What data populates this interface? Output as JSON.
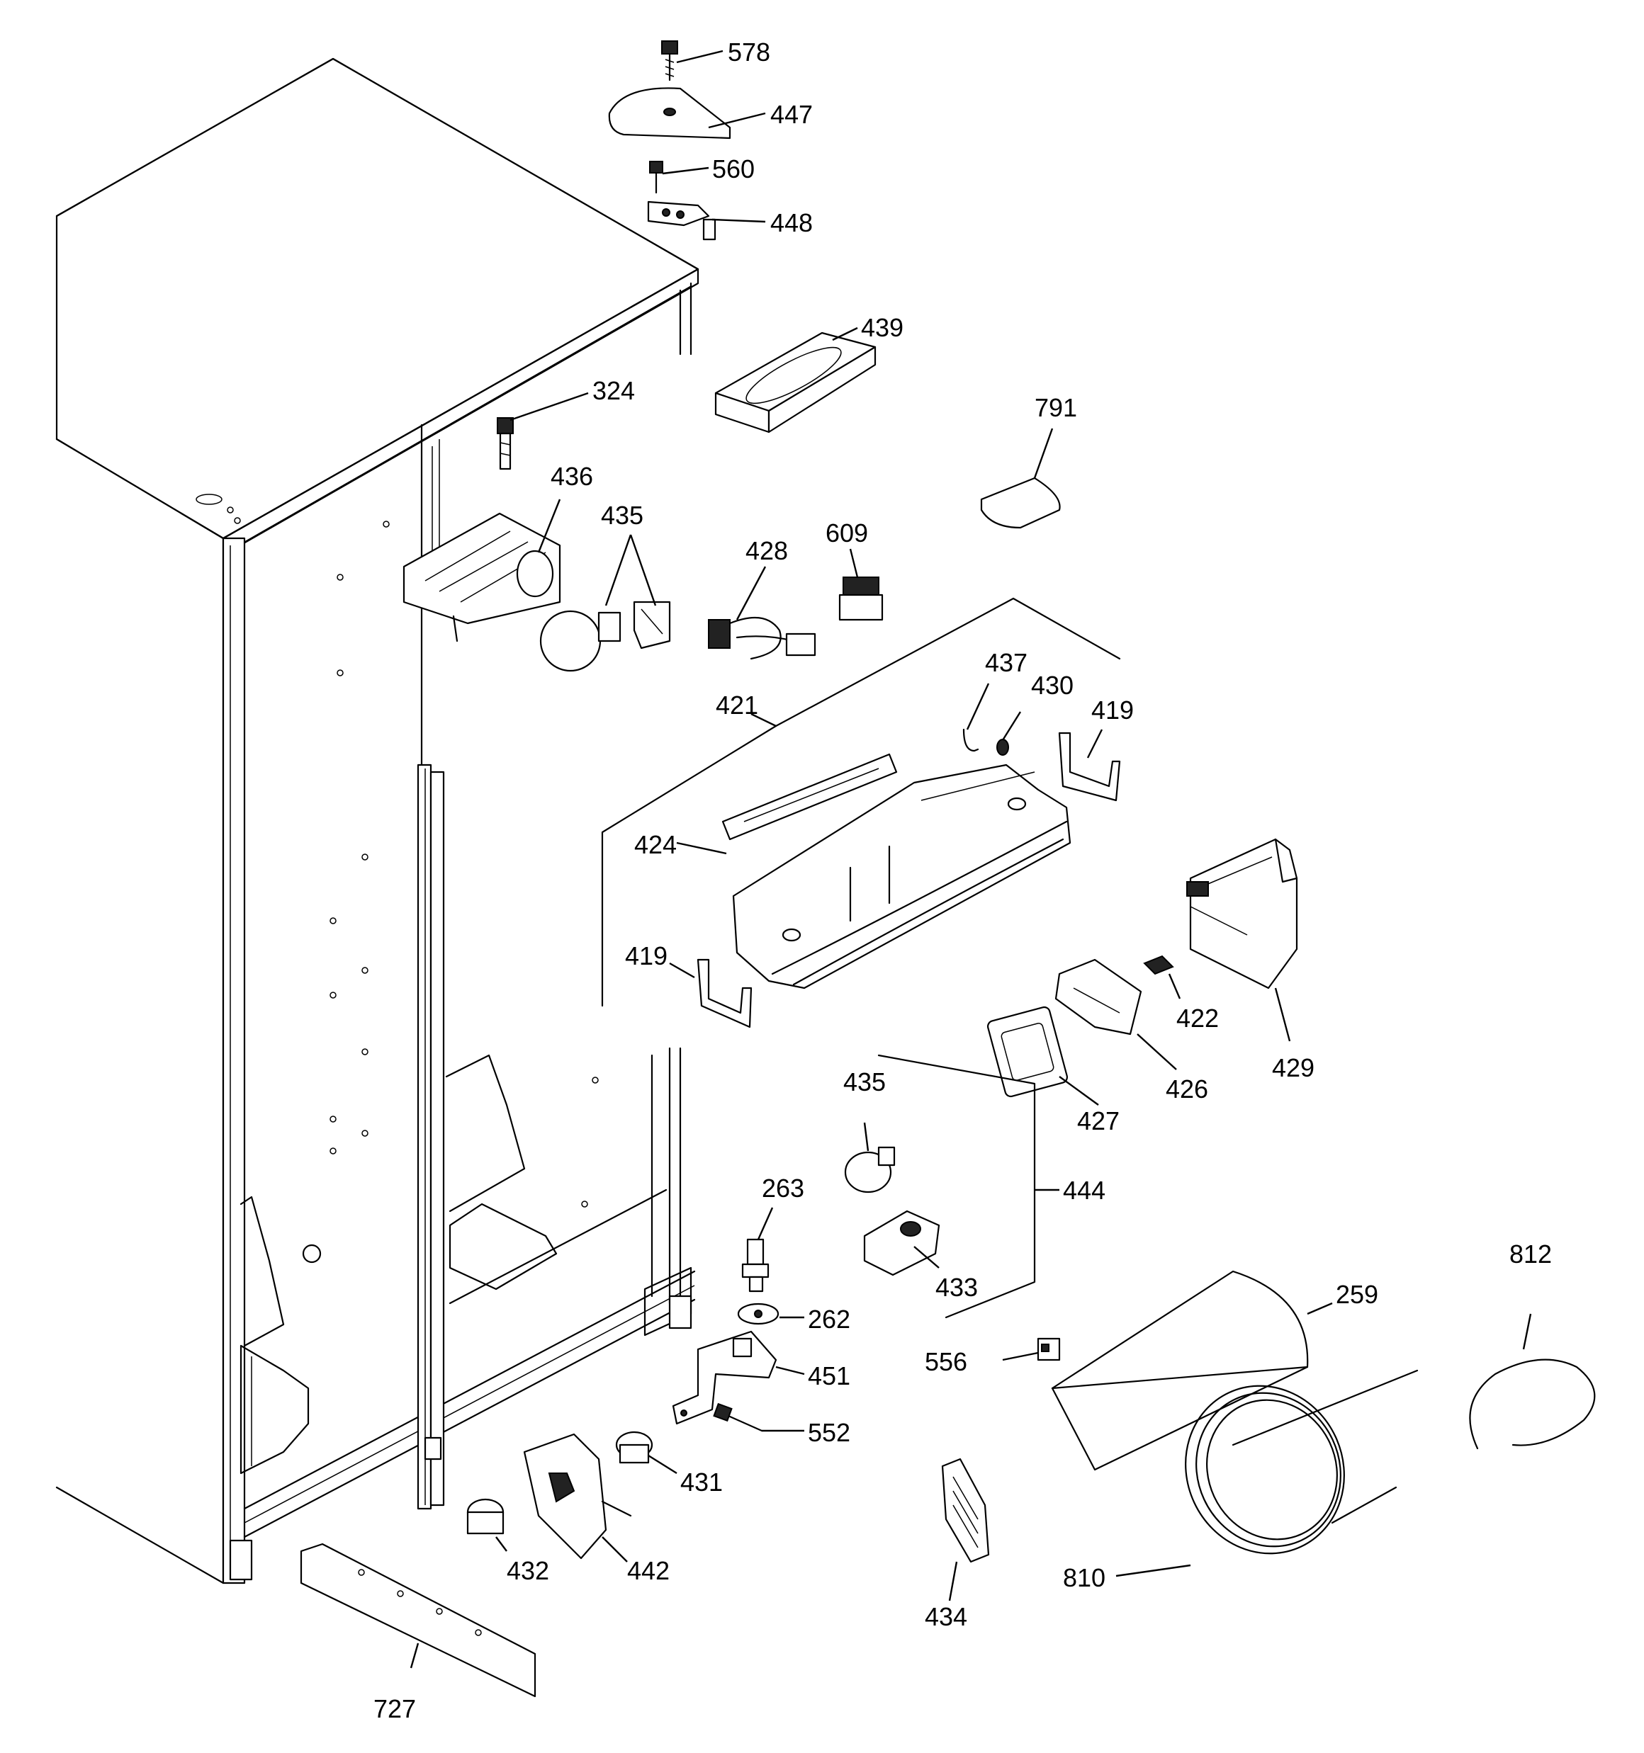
{
  "diagram": {
    "part_labels": [
      {
        "id": "578",
        "text": "578"
      },
      {
        "id": "447",
        "text": "447"
      },
      {
        "id": "560",
        "text": "560"
      },
      {
        "id": "448",
        "text": "448"
      },
      {
        "id": "439",
        "text": "439"
      },
      {
        "id": "324",
        "text": "324"
      },
      {
        "id": "791",
        "text": "791"
      },
      {
        "id": "436",
        "text": "436"
      },
      {
        "id": "435a",
        "text": "435"
      },
      {
        "id": "428",
        "text": "428"
      },
      {
        "id": "609",
        "text": "609"
      },
      {
        "id": "437",
        "text": "437"
      },
      {
        "id": "430",
        "text": "430"
      },
      {
        "id": "419a",
        "text": "419"
      },
      {
        "id": "421",
        "text": "421"
      },
      {
        "id": "424",
        "text": "424"
      },
      {
        "id": "419b",
        "text": "419"
      },
      {
        "id": "422",
        "text": "422"
      },
      {
        "id": "429",
        "text": "429"
      },
      {
        "id": "426",
        "text": "426"
      },
      {
        "id": "427",
        "text": "427"
      },
      {
        "id": "435b",
        "text": "435"
      },
      {
        "id": "444",
        "text": "444"
      },
      {
        "id": "263",
        "text": "263"
      },
      {
        "id": "433",
        "text": "433"
      },
      {
        "id": "262",
        "text": "262"
      },
      {
        "id": "451",
        "text": "451"
      },
      {
        "id": "552",
        "text": "552"
      },
      {
        "id": "812",
        "text": "812"
      },
      {
        "id": "259",
        "text": "259"
      },
      {
        "id": "556",
        "text": "556"
      },
      {
        "id": "431",
        "text": "431"
      },
      {
        "id": "432",
        "text": "432"
      },
      {
        "id": "442",
        "text": "442"
      },
      {
        "id": "810",
        "text": "810"
      },
      {
        "id": "434",
        "text": "434"
      },
      {
        "id": "727",
        "text": "727"
      }
    ]
  }
}
